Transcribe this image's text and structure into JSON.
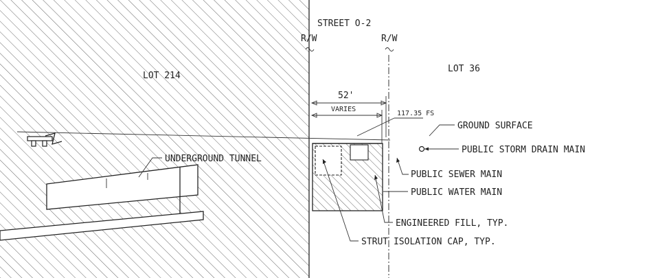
{
  "street": "STREET O-2",
  "rw_left": "R/W",
  "rw_right": "R/W",
  "lot_left": "LOT 214",
  "lot_right": "LOT 36",
  "dim_total": "52'",
  "dim_varies": "VARIES",
  "elevation": "117.35 FS",
  "labels": {
    "ground_surface": "GROUND SURFACE",
    "storm_drain": "PUBLIC STORM DRAIN MAIN",
    "sewer": "PUBLIC SEWER MAIN",
    "water": "PUBLIC WATER MAIN",
    "tunnel": "UNDERGROUND TUNNEL",
    "fill": "ENGINEERED FILL, TYP.",
    "strut": "STRUT ISOLATION CAP, TYP."
  }
}
